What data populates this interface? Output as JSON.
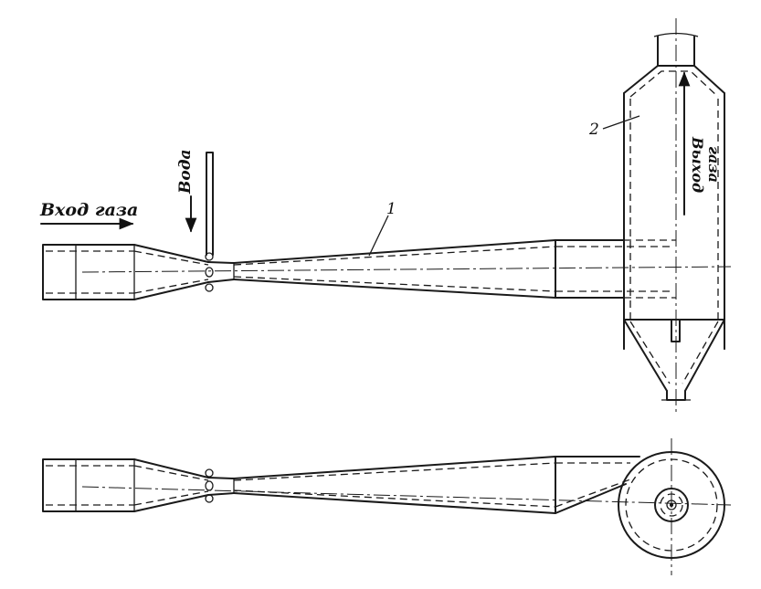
{
  "labels": {
    "gas_inlet": "Вход газа",
    "water": "Вода",
    "gas_outlet_line1": "Выход",
    "gas_outlet_line2": "газа",
    "part_1": "1",
    "part_2": "2"
  }
}
